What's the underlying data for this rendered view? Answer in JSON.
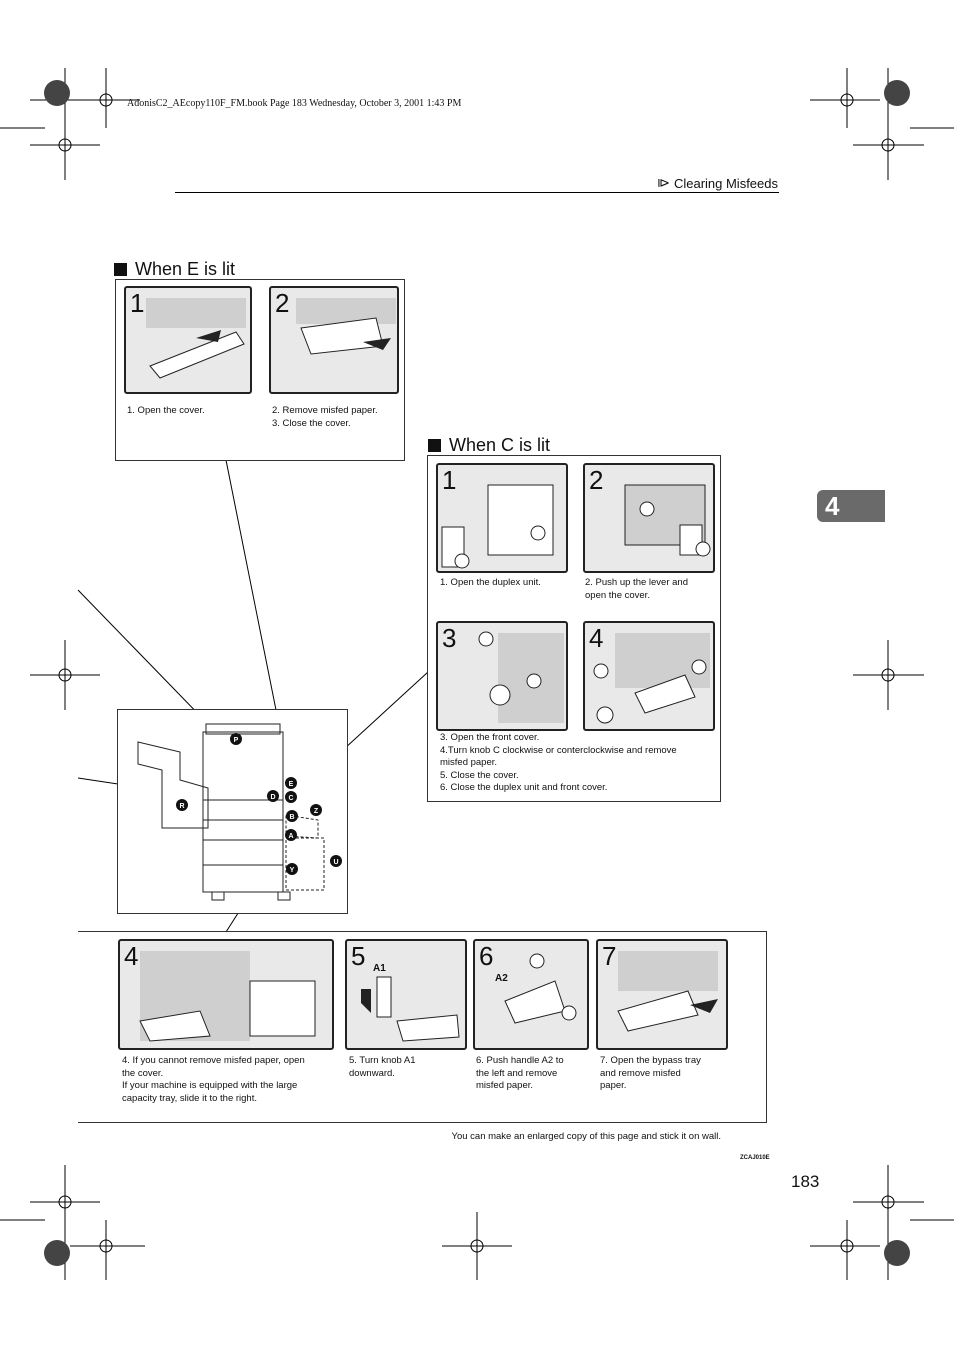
{
  "file_header": "AdonisC2_AEcopy110F_FM.book  Page 183  Wednesday, October 3, 2001  1:43 PM",
  "running_head": "Clearing Misfeeds",
  "chapter_tab": "4",
  "sections": {
    "when_e": {
      "title": "When E is lit",
      "steps": [
        {
          "num": "1",
          "caption": "1. Open the cover."
        },
        {
          "num": "2",
          "caption": "2. Remove misfed paper.\n3. Close the cover."
        }
      ]
    },
    "when_c": {
      "title": "When C is lit",
      "steps": [
        {
          "num": "1",
          "caption": "1. Open the duplex unit."
        },
        {
          "num": "2",
          "caption": "2. Push up the lever and\n    open the cover."
        },
        {
          "num": "3"
        },
        {
          "num": "4"
        }
      ],
      "caption_bottom": "3. Open the front cover.\n4.Turn knob C clockwise or conterclockwise and remove\n    misfed paper.\n5. Close the cover.\n6. Close the duplex unit and front cover."
    },
    "bottom_steps": [
      {
        "num": "4",
        "caption": "4. If you cannot remove misfed paper, open\n    the cover.\n    If your machine is equipped with the large\n    capacity tray, slide it to the right."
      },
      {
        "num": "5",
        "label": "A1",
        "caption": "5. Turn knob A1\n    downward."
      },
      {
        "num": "6",
        "label": "A2",
        "caption": "6. Push handle A2 to\n    the left and remove\n    misfed paper."
      },
      {
        "num": "7",
        "caption": "7. Open the bypass tray\n    and remove misfed\n    paper."
      }
    ]
  },
  "machine_labels": [
    "P",
    "E",
    "D",
    "C",
    "R",
    "B",
    "Z",
    "A",
    "U",
    "Y"
  ],
  "footer_note": "You can make an enlarged copy of this page and stick it on wall.",
  "figure_code": "ZCAJ010E",
  "page_number": "183"
}
